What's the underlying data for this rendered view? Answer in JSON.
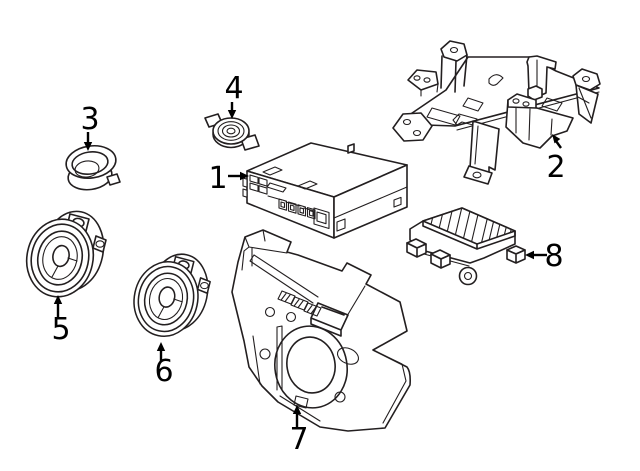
{
  "diagram_type": "exploded-parts-line-drawing",
  "colors": {
    "background": "#ffffff",
    "line_art": "#231f20",
    "label_text": "#000000"
  },
  "callouts": [
    {
      "label": "1",
      "part": "radio-receiver-unit"
    },
    {
      "label": "2",
      "part": "radio-mounting-bracket"
    },
    {
      "label": "3",
      "part": "tweeter-speaker-housing"
    },
    {
      "label": "4",
      "part": "center-tweeter-speaker"
    },
    {
      "label": "5",
      "part": "front-door-speaker"
    },
    {
      "label": "6",
      "part": "rear-door-speaker"
    },
    {
      "label": "7",
      "part": "subwoofer-speaker-assembly"
    },
    {
      "label": "8",
      "part": "audio-amplifier-unit"
    }
  ]
}
